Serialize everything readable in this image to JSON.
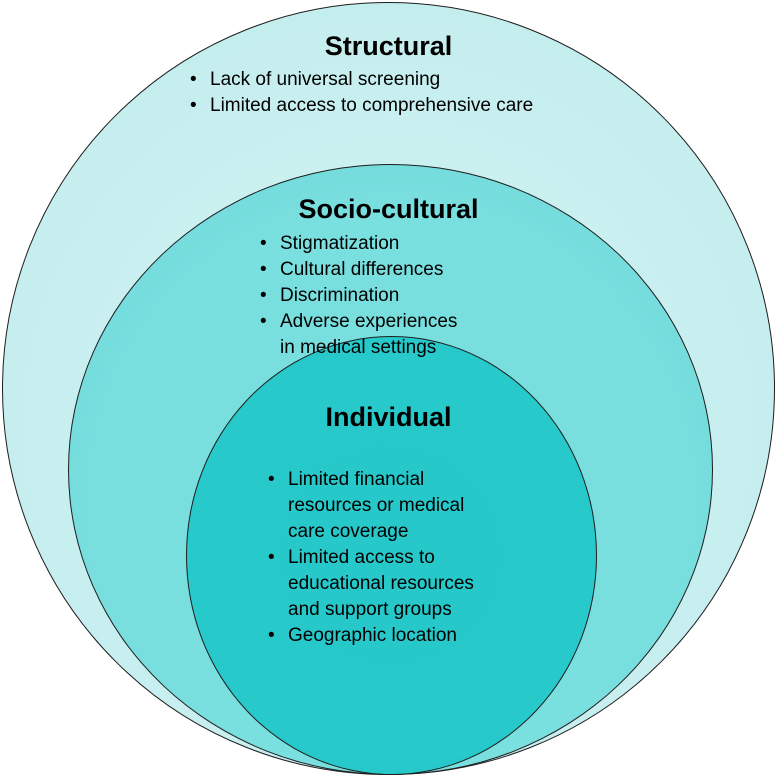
{
  "diagram": {
    "layers": [
      {
        "title": "Structural",
        "items": [
          "Lack of universal screening",
          "Limited access to comprehensive care"
        ]
      },
      {
        "title": "Socio-cultural",
        "items": [
          "Stigmatization",
          "Cultural differences",
          "Discrimination",
          "Adverse experiences\nin medical settings"
        ]
      },
      {
        "title": "Individual",
        "items": [
          "Limited financial\nresources or medical\ncare coverage",
          "Limited access to\neducational resources\nand support groups",
          "Geographic location"
        ]
      }
    ],
    "colors": {
      "outer_fill": "#c9eff0",
      "middle_fill": "#77dddd",
      "inner_fill": "#26c8c9",
      "outline": "#1e1e1e"
    }
  }
}
